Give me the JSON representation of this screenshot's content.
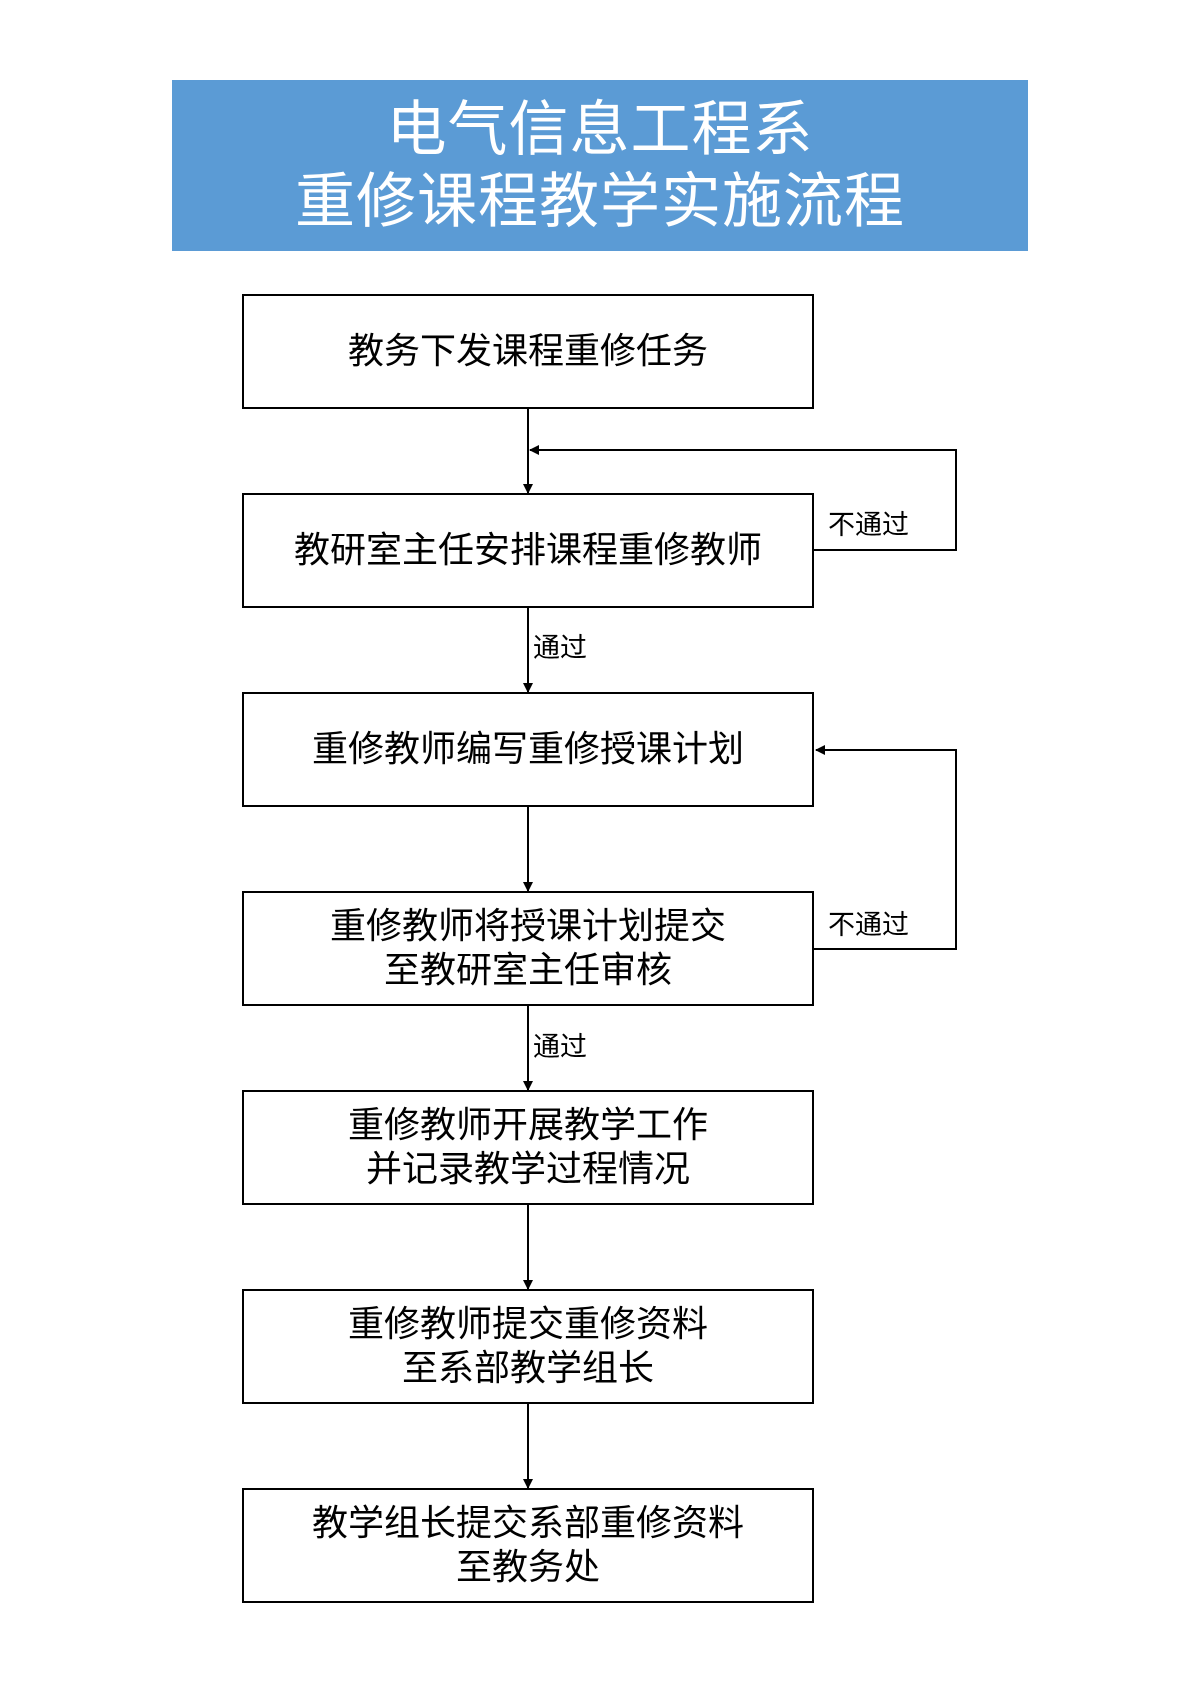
{
  "title": {
    "line1": "电气信息工程系",
    "line2": "重修课程教学实施流程",
    "background_color": "#5b9bd5",
    "text_color": "#ffffff"
  },
  "steps": [
    {
      "lines": [
        "教务下发课程重修任务"
      ]
    },
    {
      "lines": [
        "教研室主任安排课程重修教师"
      ]
    },
    {
      "lines": [
        "重修教师编写重修授课计划"
      ]
    },
    {
      "lines": [
        "重修教师将授课计划提交",
        "至教研室主任审核"
      ]
    },
    {
      "lines": [
        "重修教师开展教学工作",
        "并记录教学过程情况"
      ]
    },
    {
      "lines": [
        "重修教师提交重修资料",
        "至系部教学组长"
      ]
    },
    {
      "lines": [
        "教学组长提交系部重修资料",
        "至教务处"
      ]
    }
  ],
  "edge_labels": {
    "pass_1": "通过",
    "pass_2": "通过",
    "fail_1": "不通过",
    "fail_2": "不通过"
  }
}
